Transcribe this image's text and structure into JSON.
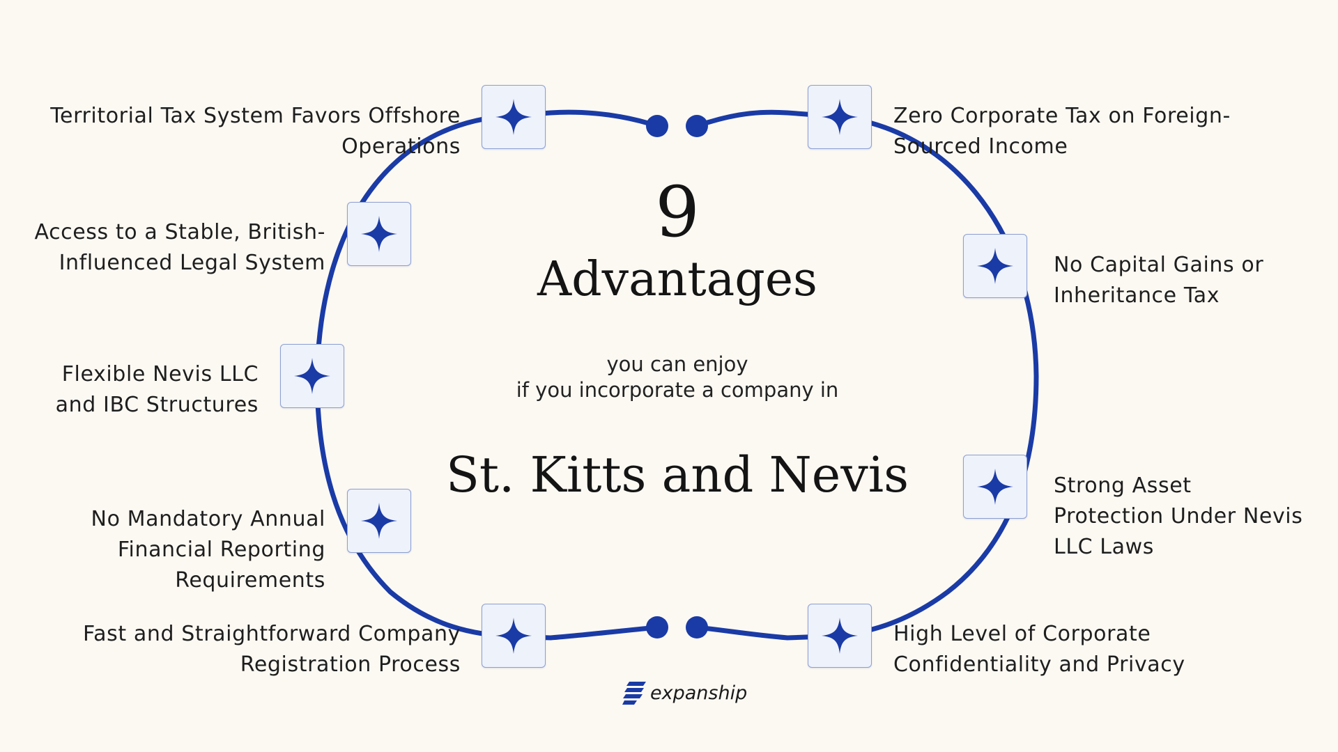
{
  "diagram": {
    "number": "9",
    "title": "Advantages",
    "subtitle_line1": "you can enjoy",
    "subtitle_line2": "if you incorporate a company in",
    "country": "St. Kitts and Nevis",
    "accent_color": "#1a3ba6",
    "icon": "four-point-star-icon"
  },
  "advantages": [
    {
      "line1": "Territorial Tax System Favors Offshore",
      "line2": "Operations"
    },
    {
      "line1": "Access to a Stable, British-",
      "line2": "Influenced Legal System"
    },
    {
      "line1": "Flexible Nevis LLC",
      "line2": "and IBC Structures"
    },
    {
      "line1": "No Mandatory Annual",
      "line2": "Financial Reporting",
      "line3": "Requirements"
    },
    {
      "line1": "Fast and Straightforward Company",
      "line2": "Registration Process"
    },
    {
      "line1": "Zero Corporate Tax on Foreign-",
      "line2": "Sourced Income"
    },
    {
      "line1": "No Capital Gains or",
      "line2": "Inheritance Tax"
    },
    {
      "line1": "Strong Asset",
      "line2": "Protection Under Nevis",
      "line3": "LLC Laws"
    },
    {
      "line1": "High Level of Corporate",
      "line2": "Confidentiality and Privacy"
    }
  ],
  "brand": {
    "name": "expanship",
    "icon": "expanship-logo-icon"
  }
}
